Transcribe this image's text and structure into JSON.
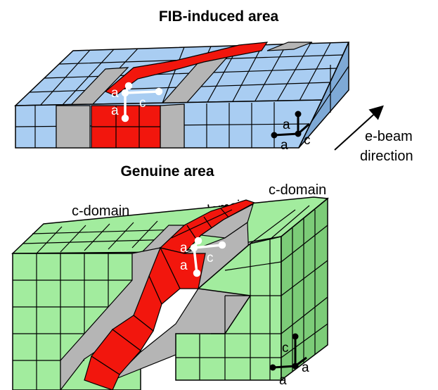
{
  "titles": {
    "top": "FIB-induced area",
    "bottom": "Genuine area"
  },
  "labels": {
    "c_domain_left": "c-domain",
    "a_domain": "a-domain",
    "c_domain_right": "c-domain",
    "ebeam_line1": "e-beam",
    "ebeam_line2": "direction"
  },
  "axis_labels": {
    "a": "a",
    "c": "c"
  },
  "colors": {
    "fib_cells": "#a9cdf2",
    "fib_cells_side": "#7ea9d6",
    "genuine_cells": "#a2ec9e",
    "genuine_cells_side": "#7ccc78",
    "domain_wall": "#b5b5b5",
    "a_domain": "#f2160d",
    "outline": "#000000"
  }
}
